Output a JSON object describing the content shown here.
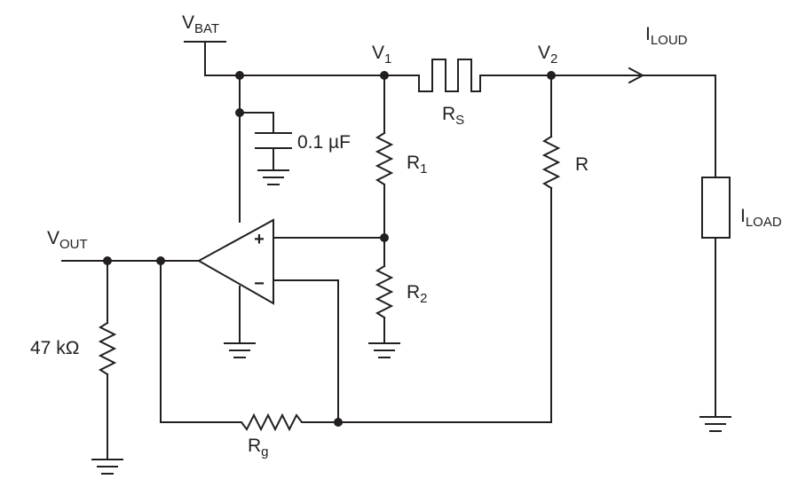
{
  "colors": {
    "ink": "#231f20",
    "background": "#ffffff"
  },
  "labels": {
    "vbat": {
      "main": "V",
      "sub": "BAT"
    },
    "v1": {
      "main": "V",
      "sub": "1"
    },
    "v2": {
      "main": "V",
      "sub": "2"
    },
    "iloud": {
      "main": "I",
      "sub": "LOUD"
    },
    "rs": {
      "main": "R",
      "sub": "S"
    },
    "cap": {
      "text": "0.1 µF"
    },
    "r1": {
      "main": "R",
      "sub": "1"
    },
    "r2": {
      "main": "R",
      "sub": "2"
    },
    "r": {
      "text": "R"
    },
    "iload": {
      "main": "I",
      "sub": "LOAD"
    },
    "vout": {
      "main": "V",
      "sub": "OUT"
    },
    "r47k": {
      "text": "47 kΩ"
    },
    "rg": {
      "main": "R",
      "sub": "g"
    },
    "opamp": {
      "plus": "+",
      "minus": "−"
    }
  }
}
